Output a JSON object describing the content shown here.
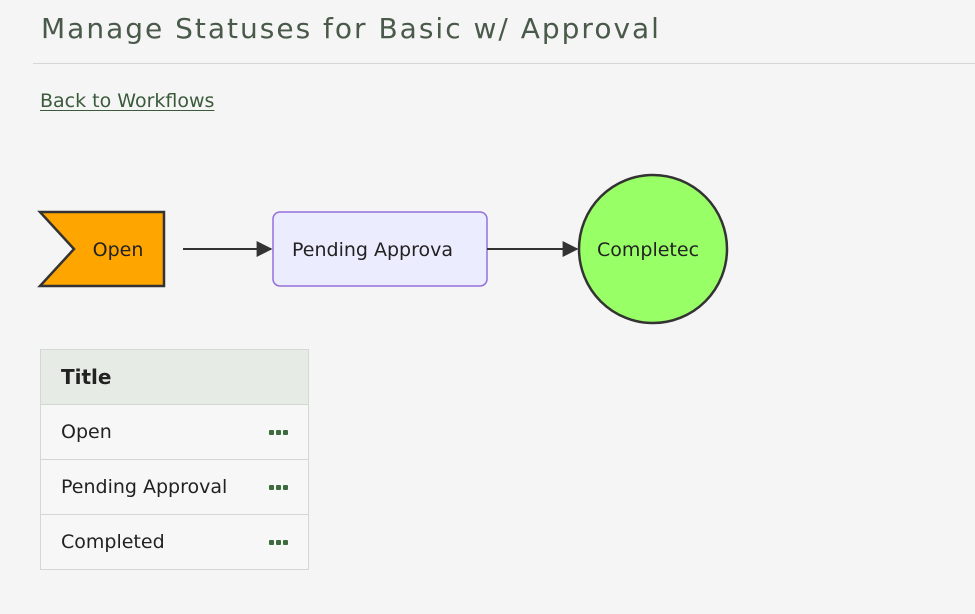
{
  "page": {
    "title": "Manage Statuses for Basic w/ Approval",
    "back_link": "Back to Workflows"
  },
  "workflow_diagram": {
    "nodes": [
      {
        "label": "Open",
        "shape": "flag",
        "fill": "#ffa500"
      },
      {
        "label": "Pending Approva",
        "shape": "rounded-rect",
        "fill": "#ececff"
      },
      {
        "label": "Completec",
        "shape": "circle",
        "fill": "#99ff66"
      }
    ]
  },
  "statuses_table": {
    "header": "Title",
    "rows": [
      {
        "title": "Open",
        "actions_icon": "more-horizontal-icon"
      },
      {
        "title": "Pending Approval",
        "actions_icon": "more-horizontal-icon"
      },
      {
        "title": "Completed",
        "actions_icon": "more-horizontal-icon"
      }
    ]
  },
  "colors": {
    "title_text": "#4a5a4a",
    "link": "#3a5a3a",
    "actions_icon": "#3e6b3e",
    "table_header_bg": "#e6ebe6"
  }
}
